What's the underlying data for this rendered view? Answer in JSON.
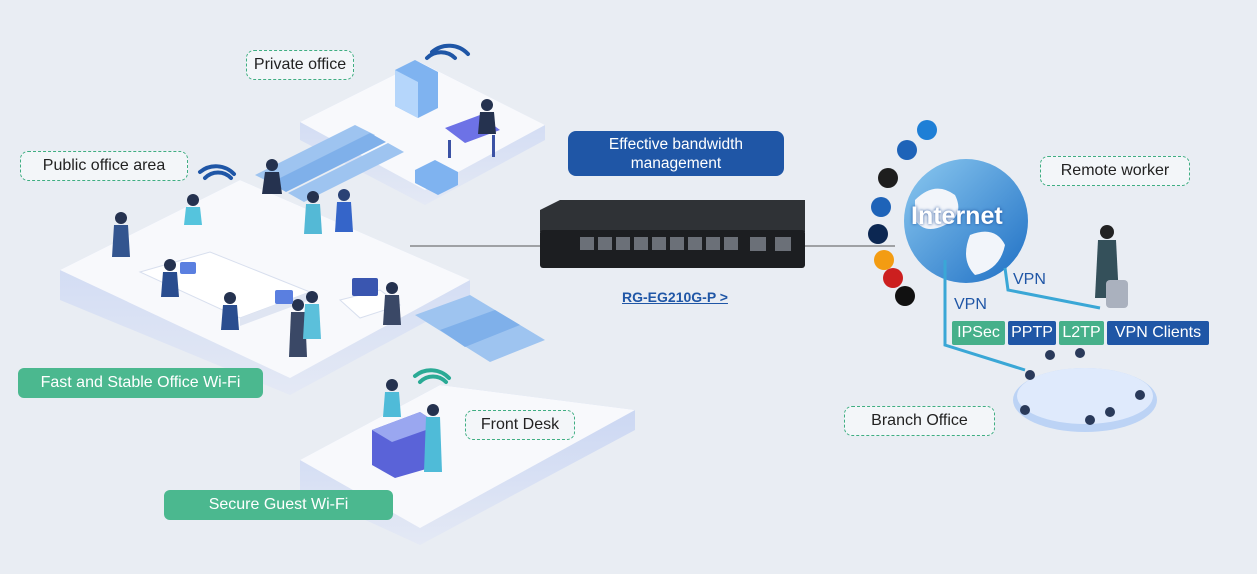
{
  "zones": {
    "private_office": "Private office",
    "public_office_area": "Public office area",
    "fast_wifi": "Fast and Stable Office Wi-Fi",
    "front_desk": "Front Desk",
    "guest_wifi": "Secure Guest Wi-Fi",
    "remote_worker": "Remote worker",
    "branch_office": "Branch Office"
  },
  "router": {
    "feature_line1": "Effective bandwidth",
    "feature_line2": "management",
    "model_link": "RG-EG210G-P >"
  },
  "internet": {
    "label": "Internet",
    "vpn_label_1": "VPN",
    "vpn_label_2": "VPN"
  },
  "vpn_protocols": [
    "IPSec",
    "PPTP",
    "L2TP",
    "VPN Clients"
  ],
  "app_icons": [
    "twitter-icon",
    "facebook-icon",
    "amazon-icon",
    "outlook-icon",
    "photoshop-icon",
    "aws-icon",
    "youtube-icon",
    "tiktok-icon"
  ],
  "colors": {
    "green": "#4bb88f",
    "blue": "#1f56a6",
    "platform": "#f7f8fb"
  }
}
